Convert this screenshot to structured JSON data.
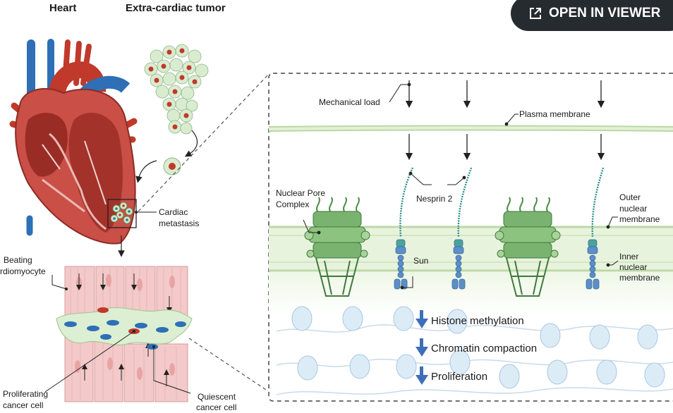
{
  "viewer": {
    "open_label": "OPEN IN VIEWER",
    "icon": "open-external-icon"
  },
  "left": {
    "heart_title": "Heart",
    "tumor_title": "Extra-cardiac tumor",
    "cardiac_metastasis": [
      "Cardiac",
      "metastasis"
    ],
    "beating": [
      "Beating",
      "rdiomyocyte"
    ],
    "proliferating": [
      "Proliferating",
      "cancer cell"
    ],
    "quiescent": [
      "Quiescent",
      "cancer cell"
    ]
  },
  "right": {
    "mechanical_load": "Mechanical load",
    "plasma_membrane": "Plasma membrane",
    "nesprin": "Nesprin 2",
    "npc": [
      "Nuclear Pore",
      "Complex"
    ],
    "outer": [
      "Outer",
      "nuclear",
      "membrane"
    ],
    "inner": [
      "Inner",
      "nuclear",
      "membrane"
    ],
    "sun": "Sun",
    "effects": [
      "Histone methylation",
      "Chromatin compaction",
      "Proliferation"
    ]
  },
  "colors": {
    "heart_red": "#c0392b",
    "vessel_blue": "#2e6fb5",
    "cancer_green": "#cfe8c4",
    "membrane_green": "#cfe6b8",
    "npc_green": "#5a9a55",
    "sun_blue": "#5b8fc7",
    "arrow_blue": "#3d6fb8"
  }
}
